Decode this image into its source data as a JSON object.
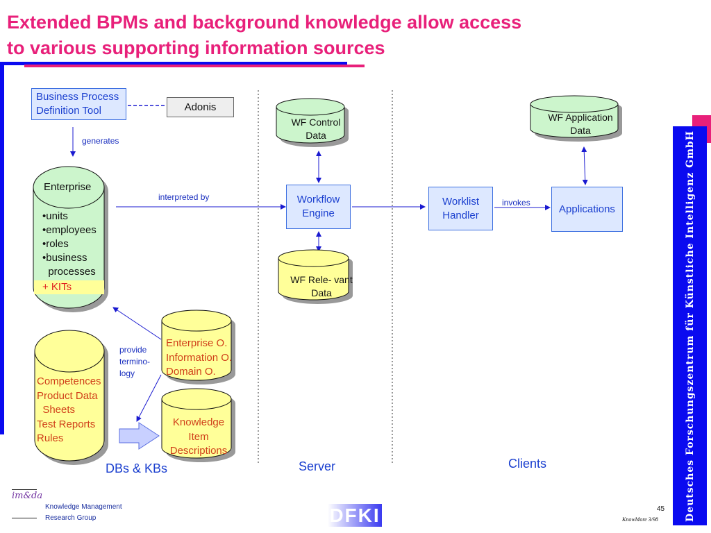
{
  "title": {
    "line1": "Extended BPMs and background knowledge allow access",
    "line2": "to various supporting information sources"
  },
  "boxes": {
    "bpdt": "Business Process Definition Tool",
    "adonis": "Adonis",
    "engine": "Workflow Engine",
    "worklist": "Worklist Handler",
    "applications": "Applications"
  },
  "cylinders": {
    "wf_control": "WF Control Data",
    "wf_application": "WF Application Data",
    "wf_relevant": "WF Rele- vant Data",
    "enterprise": {
      "title": "Enterprise",
      "items": [
        "•units",
        "•employees",
        "•roles",
        "•business",
        "  processes"
      ],
      "kits": "+ KITs"
    },
    "ontologies": [
      "Enterprise O.",
      "Information O.",
      "Domain O."
    ],
    "competences": [
      "Competences",
      "Product Data",
      "  Sheets",
      "Test Reports",
      "Rules"
    ],
    "knowledge": [
      "Knowledge",
      "Item",
      "Descriptions"
    ]
  },
  "labels": {
    "generates": "generates",
    "interpreted_by": "interpreted by",
    "invokes": "invokes",
    "provide": [
      "provide",
      "termino-",
      "logy"
    ]
  },
  "sections": {
    "dbs": "DBs & KBs",
    "server": "Server",
    "clients": "Clients"
  },
  "footer": {
    "group_line1": "Knowledge Management",
    "group_line2": "Research Group",
    "page": "45",
    "tag": "KnowMore 3/98",
    "logo_left": "im&da",
    "logo_center": "DFKI"
  },
  "sidebar": "Deutsches Forschungszentrum für Künstliche Intelligenz GmbH",
  "colors": {
    "title": "#e8207a",
    "blue": "#0a0af0",
    "green": "#ccf5cc",
    "yellow": "#ffff99",
    "box": "#dde8ff"
  }
}
